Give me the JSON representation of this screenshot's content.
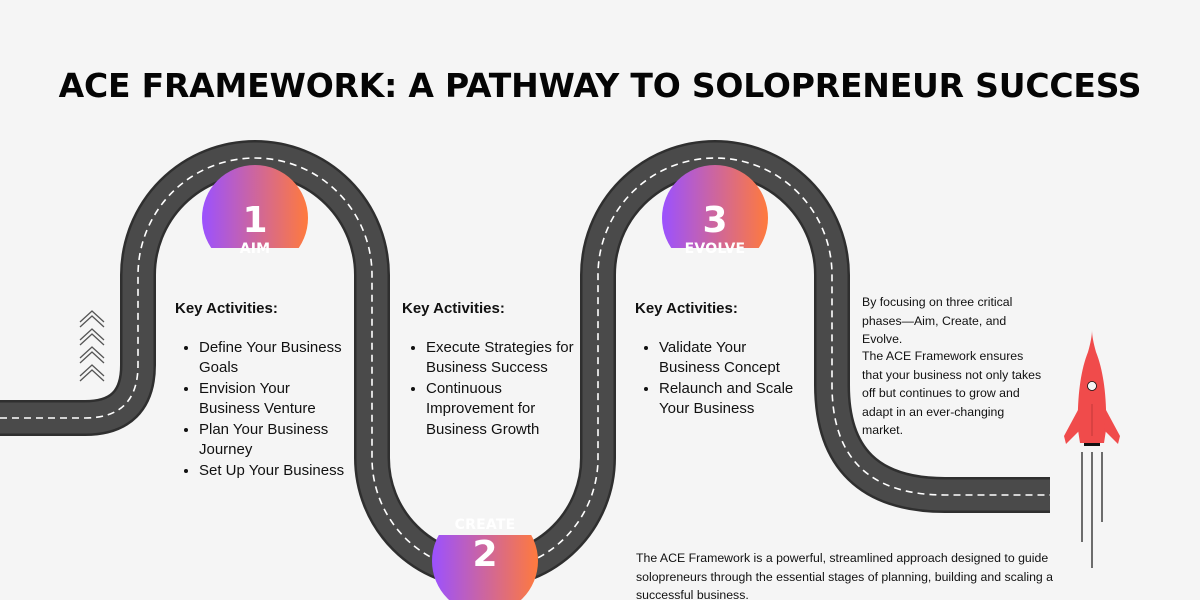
{
  "title": "ACE FRAMEWORK: A PATHWAY TO SOLOPRENEUR SUCCESS",
  "colors": {
    "background": "#f5f5f5",
    "road": "#4a4a4a",
    "road_edge": "#2f2f2f",
    "road_lines": "#ffffff",
    "gradient_start": "#9b51ff",
    "gradient_end": "#ff7a3d",
    "rocket": "#f04b4b"
  },
  "phases": [
    {
      "number": "1",
      "name": "AIM"
    },
    {
      "number": "2",
      "name": "CREATE"
    },
    {
      "number": "3",
      "name": "EVOLVE"
    }
  ],
  "sections": [
    {
      "heading": "Key Activities:",
      "items": [
        "Define Your Business Goals",
        "Envision Your Business Venture",
        "Plan Your Business Journey",
        "Set Up Your Business"
      ]
    },
    {
      "heading": "Key Activities:",
      "items": [
        "Execute Strategies for Business Success",
        "Continuous Improvement for Business Growth"
      ]
    },
    {
      "heading": "Key Activities:",
      "items": [
        "Validate Your Business Concept",
        "Relaunch and Scale Your Business"
      ]
    }
  ],
  "notes": {
    "focus": "By focusing on three critical phases—Aim, Create, and Evolve.",
    "ensures": "The ACE Framework ensures that your business not only takes off but continues to grow and adapt in an ever-changing market.",
    "intro": "The ACE Framework is a powerful, streamlined approach designed to guide solopreneurs through the essential stages of planning, building and scaling a successful business."
  },
  "icons": {
    "chevrons": "chevron-up-icon",
    "rocket": "rocket-icon"
  }
}
